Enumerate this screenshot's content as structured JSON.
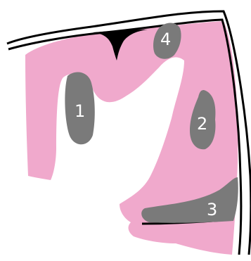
{
  "colors": {
    "tissue": "#f0a9cc",
    "region": "#7a7a7a",
    "outline": "#000000",
    "label": "#ffffff",
    "background": "#ffffff"
  },
  "regions": [
    {
      "label": "1"
    },
    {
      "label": "2"
    },
    {
      "label": "3"
    },
    {
      "label": "4"
    }
  ]
}
